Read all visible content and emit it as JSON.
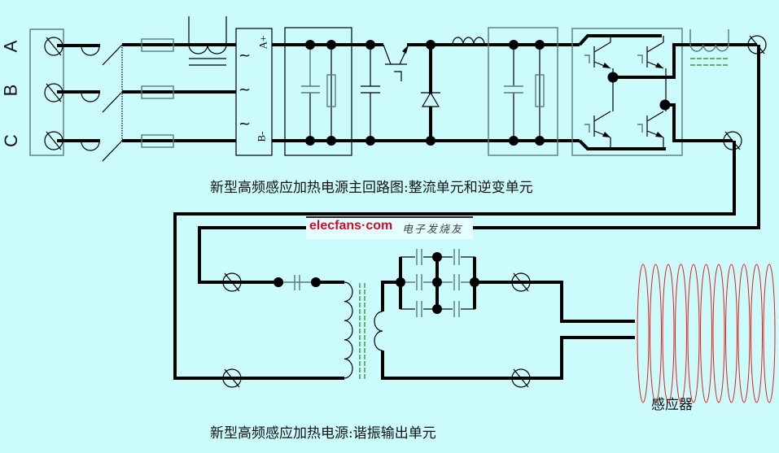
{
  "phases": [
    "A",
    "B",
    "C"
  ],
  "rectifier_terminals": {
    "positive": "A+",
    "negative": "B-"
  },
  "ac_symbol": "~",
  "captions": {
    "main_circuit": "新型高频感应加热电源主回路图:整流单元和逆变单元",
    "output_unit": "新型高频感应加热电源:谐振输出单元"
  },
  "inductor_label": "感应器",
  "watermark": {
    "site": "elecfans·com",
    "name": "电子发烧友"
  },
  "colors": {
    "background": "#ccfbfc",
    "wire": "#000000",
    "induction_coil": "#e02020",
    "core": "#1a8a1a"
  }
}
